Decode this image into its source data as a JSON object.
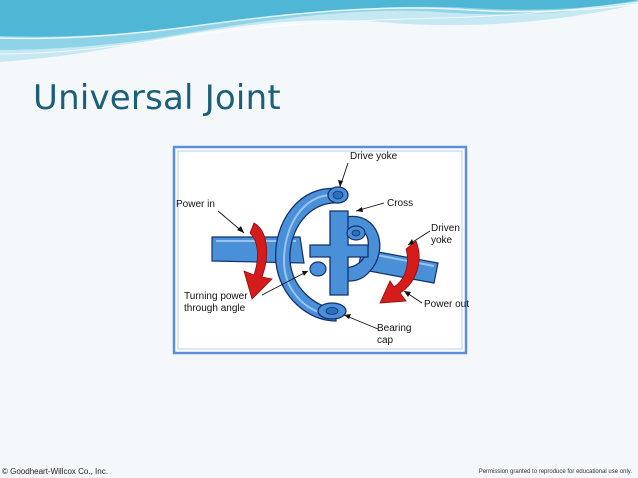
{
  "slide": {
    "title": "Universal Joint"
  },
  "figure": {
    "labels": {
      "drive_yoke": "Drive yoke",
      "power_in": "Power in",
      "cross": "Cross",
      "driven_yoke": "Driven\nyoke",
      "turning_power": "Turning power\nthrough angle",
      "power_out": "Power out",
      "bearing_cap": "Bearing\ncap"
    },
    "colors": {
      "part_blue": "#4a90d9",
      "part_outline": "#14316b",
      "arrow_red": "#d61b1b",
      "frame_blue": "#5d8fd6"
    }
  },
  "footer": {
    "copyright": "© Goodheart-Willcox Co., Inc.",
    "permission": "Permission granted to reproduce for educational use only."
  },
  "theme": {
    "title_color": "#1b5f79",
    "wave_colors": [
      "#4fb6d6",
      "#8fd3e8",
      "#c6e8f3"
    ]
  }
}
